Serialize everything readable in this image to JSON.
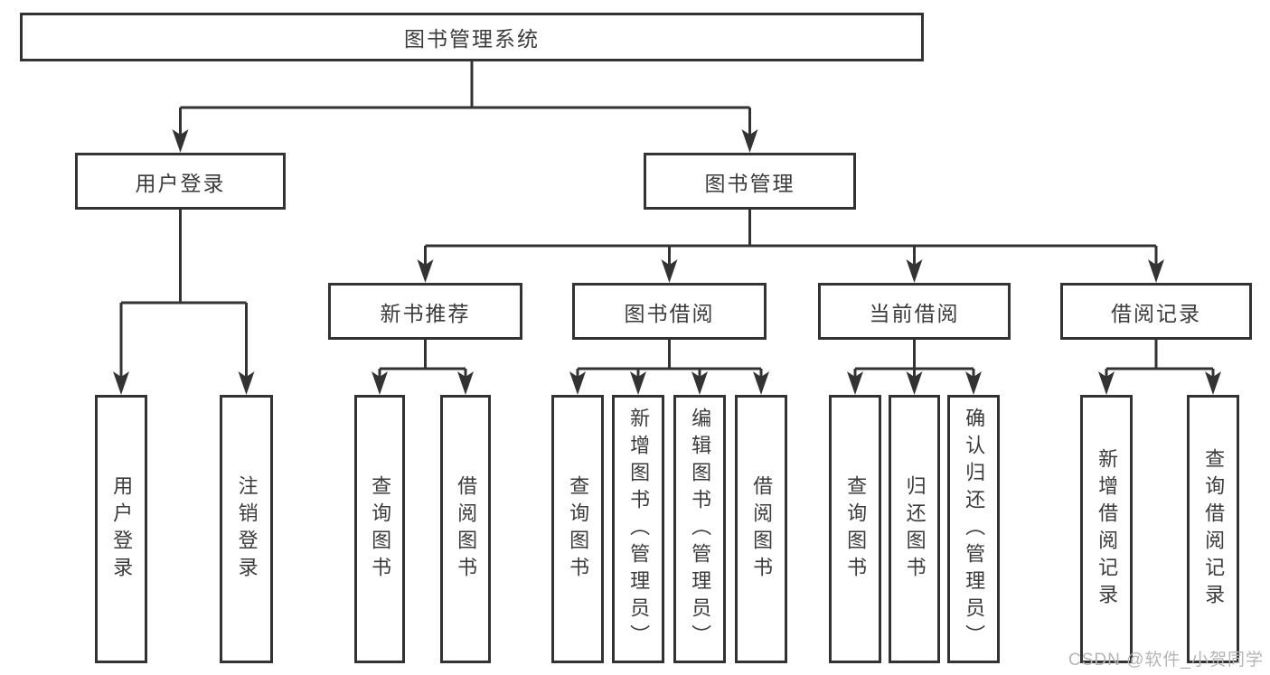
{
  "diagram": {
    "root": {
      "label": "图书管理系统",
      "children": [
        {
          "label": "用户登录",
          "children": [
            {
              "label": "用户登录"
            },
            {
              "label": "注销登录"
            }
          ]
        },
        {
          "label": "图书管理",
          "children": [
            {
              "label": "新书推荐",
              "children": [
                {
                  "label": "查询图书"
                },
                {
                  "label": "借阅图书"
                }
              ]
            },
            {
              "label": "图书借阅",
              "children": [
                {
                  "label": "查询图书"
                },
                {
                  "label": "新增图书（管理员）"
                },
                {
                  "label": "编辑图书（管理员）"
                },
                {
                  "label": "借阅图书"
                }
              ]
            },
            {
              "label": "当前借阅",
              "children": [
                {
                  "label": "查询图书"
                },
                {
                  "label": "归还图书"
                },
                {
                  "label": "确认归还（管理员）"
                }
              ]
            },
            {
              "label": "借阅记录",
              "children": [
                {
                  "label": "新增借阅记录"
                },
                {
                  "label": "查询借阅记录"
                }
              ]
            }
          ]
        }
      ]
    }
  },
  "watermark": {
    "text": "CSDN @软件_小贺同学"
  },
  "colors": {
    "line": "#333333",
    "box_border": "#333333",
    "text": "#3b3b3b",
    "background": "#ffffff",
    "watermark": "#b5b5b5"
  }
}
